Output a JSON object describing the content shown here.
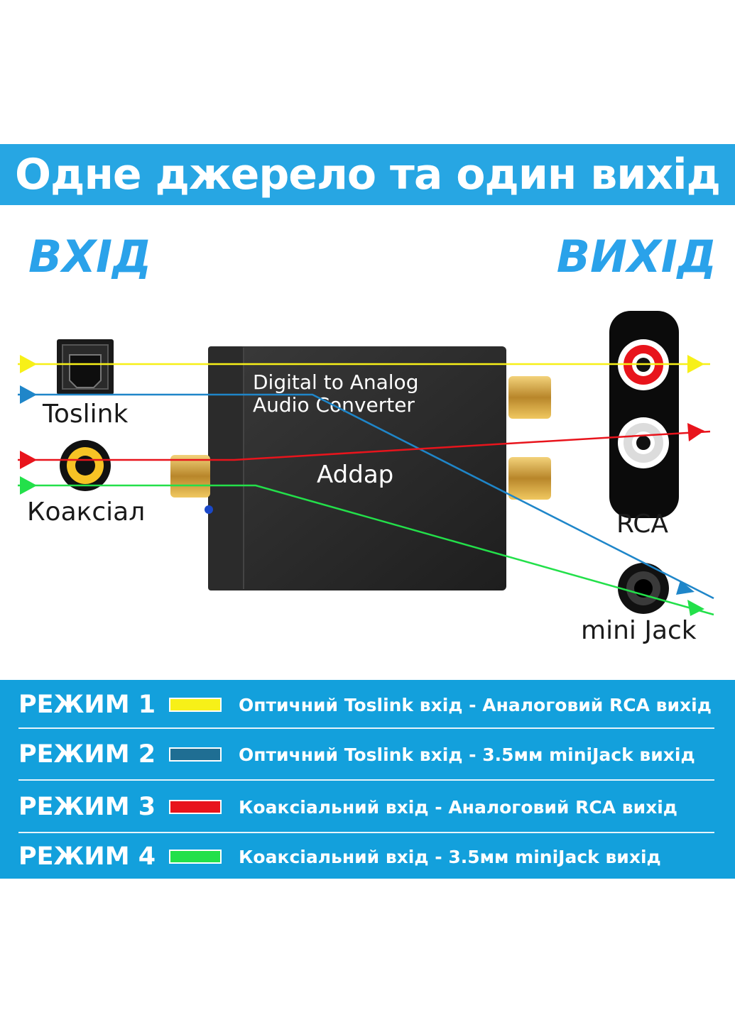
{
  "banner": {
    "title": "Одне джерело та один вихід"
  },
  "labels": {
    "input": "ВХІД",
    "output": "ВИХІД",
    "toslink": "Toslink",
    "coaxial": "Коаксіал",
    "rca": "RCA",
    "mini_jack": "mini Jack"
  },
  "device": {
    "line1": "Digital to Analog",
    "line2": "Audio Converter",
    "brand": "Addap"
  },
  "colors": {
    "banner": "#27a6e3",
    "mode_panel": "#13a0dc",
    "title_blue": "#2aa2ea",
    "yellow": "#f7f018",
    "blue": "#1f86c9",
    "red": "#e8141c",
    "green": "#23e04a"
  },
  "modes": [
    {
      "name": "РЕЖИМ 1",
      "color": "#f7f018",
      "desc": "Оптичний Toslink вхід - Аналоговий RCA вихід"
    },
    {
      "name": "РЕЖИМ 2",
      "color": "#1f6e93",
      "desc": "Оптичний Toslink вхід - 3.5мм miniJack вихід"
    },
    {
      "name": "РЕЖИМ 3",
      "color": "#e8141c",
      "desc": "Коаксіальний вхід - Аналоговий RCA вихід"
    },
    {
      "name": "РЕЖИМ 4",
      "color": "#23e04a",
      "desc": "Коаксіальний вхід - 3.5мм miniJack вихід"
    }
  ]
}
